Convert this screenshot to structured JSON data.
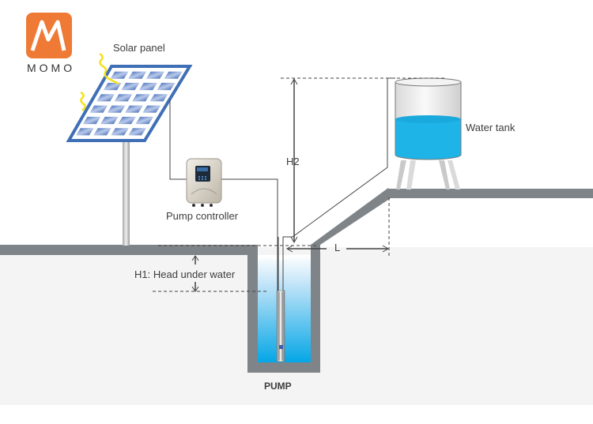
{
  "brand": {
    "name": "MOMO",
    "accent_color": "#ee7a35"
  },
  "labels": {
    "solar_panel": "Solar panel",
    "pump_controller": "Pump controller",
    "water_tank": "Water tank",
    "h2": "H2",
    "length": "L",
    "h1": "H1: Head under water",
    "pump": "PUMP"
  },
  "colors": {
    "ground": "#7f8488",
    "ground_fill": "#f4f4f4",
    "water": "#1eb4e8",
    "panel_frame": "#3f6fb5",
    "panel_cell": "#4a7bc6",
    "sun_ray": "#f5e11b"
  },
  "icons": {
    "logo": "momo-m-logo-icon",
    "solar_panel": "solar-panel-icon",
    "controller": "pump-controller-icon",
    "tank": "water-tank-icon",
    "pump": "submersible-pump-icon"
  }
}
